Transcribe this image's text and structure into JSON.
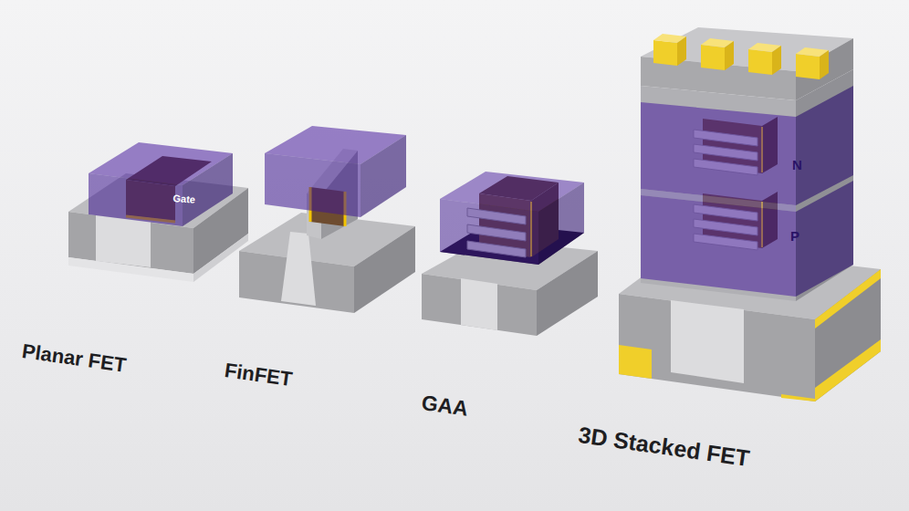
{
  "diagram": {
    "labels": [
      "Gate",
      "N",
      "P",
      "Planar FET",
      "FinFET",
      "GAA",
      "3D Stacked FET"
    ]
  }
}
